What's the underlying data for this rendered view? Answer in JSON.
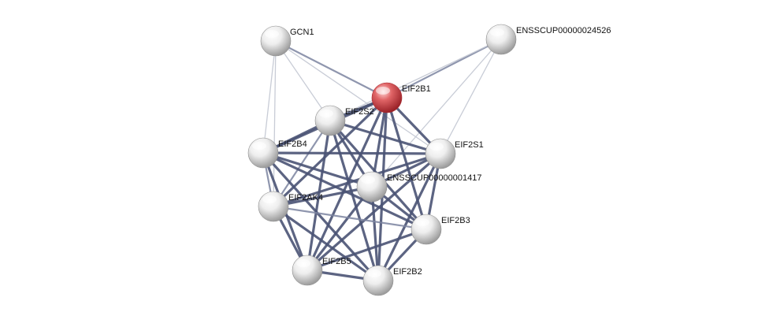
{
  "network": {
    "nodes": [
      {
        "id": "GCN1",
        "label": "GCN1",
        "query": false
      },
      {
        "id": "ENSSCUP00000024526",
        "label": "ENSSCUP00000024526",
        "query": false
      },
      {
        "id": "EIF2B1",
        "label": "EIF2B1",
        "query": true
      },
      {
        "id": "EIF2S2",
        "label": "EIF2S2",
        "query": false
      },
      {
        "id": "EIF2B4",
        "label": "EIF2B4",
        "query": false
      },
      {
        "id": "EIF2S1",
        "label": "EIF2S1",
        "query": false
      },
      {
        "id": "ENSSCUP00000001417",
        "label": "ENSSCUP00000001417",
        "query": false
      },
      {
        "id": "EIF2AK4",
        "label": "EIF2AK4",
        "query": false
      },
      {
        "id": "EIF2B3",
        "label": "EIF2B3",
        "query": false
      },
      {
        "id": "EIF2B5",
        "label": "EIF2B5",
        "query": false
      },
      {
        "id": "EIF2B2",
        "label": "EIF2B2",
        "query": false
      }
    ],
    "edges": [
      {
        "source": "GCN1",
        "target": "EIF2B1",
        "strength": "medium"
      },
      {
        "source": "GCN1",
        "target": "EIF2S2",
        "strength": "weak"
      },
      {
        "source": "GCN1",
        "target": "EIF2B4",
        "strength": "weak"
      },
      {
        "source": "GCN1",
        "target": "EIF2AK4",
        "strength": "weak"
      },
      {
        "source": "GCN1",
        "target": "EIF2S1",
        "strength": "weak"
      },
      {
        "source": "ENSSCUP00000024526",
        "target": "EIF2B1",
        "strength": "medium"
      },
      {
        "source": "ENSSCUP00000024526",
        "target": "EIF2S2",
        "strength": "weak"
      },
      {
        "source": "ENSSCUP00000024526",
        "target": "EIF2S1",
        "strength": "weak"
      },
      {
        "source": "ENSSCUP00000024526",
        "target": "ENSSCUP00000001417",
        "strength": "weak"
      },
      {
        "source": "EIF2B1",
        "target": "EIF2S2",
        "strength": "strong"
      },
      {
        "source": "EIF2B1",
        "target": "EIF2B4",
        "strength": "strong"
      },
      {
        "source": "EIF2B1",
        "target": "EIF2S1",
        "strength": "strong"
      },
      {
        "source": "EIF2B1",
        "target": "ENSSCUP00000001417",
        "strength": "strong"
      },
      {
        "source": "EIF2B1",
        "target": "EIF2AK4",
        "strength": "strong"
      },
      {
        "source": "EIF2B1",
        "target": "EIF2B3",
        "strength": "strong"
      },
      {
        "source": "EIF2B1",
        "target": "EIF2B5",
        "strength": "strong"
      },
      {
        "source": "EIF2B1",
        "target": "EIF2B2",
        "strength": "strong"
      },
      {
        "source": "EIF2S2",
        "target": "EIF2B4",
        "strength": "strong"
      },
      {
        "source": "EIF2S2",
        "target": "EIF2S1",
        "strength": "strong"
      },
      {
        "source": "EIF2S2",
        "target": "ENSSCUP00000001417",
        "strength": "strong"
      },
      {
        "source": "EIF2S2",
        "target": "EIF2AK4",
        "strength": "medium"
      },
      {
        "source": "EIF2S2",
        "target": "EIF2B3",
        "strength": "strong"
      },
      {
        "source": "EIF2S2",
        "target": "EIF2B5",
        "strength": "strong"
      },
      {
        "source": "EIF2S2",
        "target": "EIF2B2",
        "strength": "strong"
      },
      {
        "source": "EIF2B4",
        "target": "EIF2S1",
        "strength": "strong"
      },
      {
        "source": "EIF2B4",
        "target": "ENSSCUP00000001417",
        "strength": "strong"
      },
      {
        "source": "EIF2B4",
        "target": "EIF2AK4",
        "strength": "medium"
      },
      {
        "source": "EIF2B4",
        "target": "EIF2B3",
        "strength": "strong"
      },
      {
        "source": "EIF2B4",
        "target": "EIF2B5",
        "strength": "strong"
      },
      {
        "source": "EIF2B4",
        "target": "EIF2B2",
        "strength": "strong"
      },
      {
        "source": "EIF2S1",
        "target": "ENSSCUP00000001417",
        "strength": "strong"
      },
      {
        "source": "EIF2S1",
        "target": "EIF2AK4",
        "strength": "strong"
      },
      {
        "source": "EIF2S1",
        "target": "EIF2B3",
        "strength": "strong"
      },
      {
        "source": "EIF2S1",
        "target": "EIF2B5",
        "strength": "strong"
      },
      {
        "source": "EIF2S1",
        "target": "EIF2B2",
        "strength": "strong"
      },
      {
        "source": "ENSSCUP00000001417",
        "target": "EIF2AK4",
        "strength": "strong"
      },
      {
        "source": "ENSSCUP00000001417",
        "target": "EIF2B3",
        "strength": "strong"
      },
      {
        "source": "ENSSCUP00000001417",
        "target": "EIF2B5",
        "strength": "strong"
      },
      {
        "source": "ENSSCUP00000001417",
        "target": "EIF2B2",
        "strength": "strong"
      },
      {
        "source": "EIF2AK4",
        "target": "EIF2B3",
        "strength": "medium"
      },
      {
        "source": "EIF2AK4",
        "target": "EIF2B5",
        "strength": "strong"
      },
      {
        "source": "EIF2AK4",
        "target": "EIF2B2",
        "strength": "strong"
      },
      {
        "source": "EIF2B3",
        "target": "EIF2B5",
        "strength": "strong"
      },
      {
        "source": "EIF2B3",
        "target": "EIF2B2",
        "strength": "strong"
      },
      {
        "source": "EIF2B5",
        "target": "EIF2B2",
        "strength": "strong"
      }
    ]
  },
  "colors": {
    "query_node": "#e06466",
    "query_node_dark": "#a82a30",
    "node": "#f2f2f2",
    "node_dark": "#a6a6a6",
    "edge_strong": "#4a5374",
    "edge_medium": "#7b84a0",
    "edge_weak": "#c2c6d2",
    "label": "#111111"
  }
}
